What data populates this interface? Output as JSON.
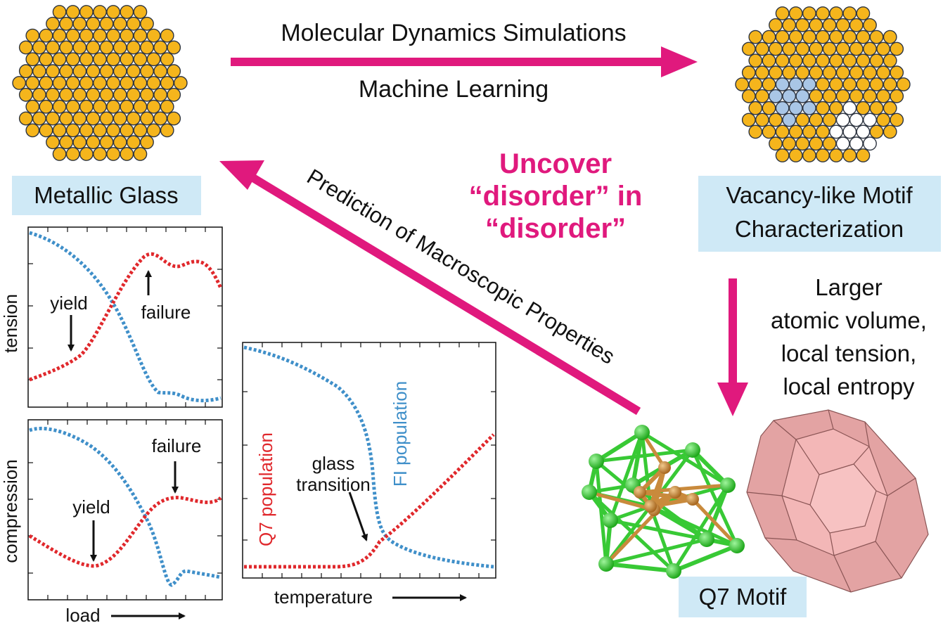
{
  "top_arrow": {
    "label_top": "Molecular Dynamics Simulations",
    "label_bottom": "Machine Learning"
  },
  "diagonal_arrow": {
    "label": "Prediction of Macroscopic Properties"
  },
  "center_text": {
    "line1": "Uncover",
    "line2": "“disorder” in",
    "line3": "“disorder”",
    "color": "#e0197d"
  },
  "metallic_glass": {
    "label": "Metallic Glass"
  },
  "vacancy_motif": {
    "line1": "Vacancy-like Motif",
    "line2": "Characterization"
  },
  "properties": {
    "line1": "Larger",
    "line2": "atomic volume,",
    "line3": "local tension,",
    "line4": "local entropy"
  },
  "q7_motif": {
    "label": "Q7 Motif"
  },
  "tension_plot": {
    "ylabel": "tension",
    "yield_label": "yield",
    "failure_label": "failure"
  },
  "compression_plot": {
    "ylabel": "compression",
    "xlabel": "load",
    "yield_label": "yield",
    "failure_label": "failure"
  },
  "temperature_plot": {
    "xlabel": "temperature",
    "q7_label": "Q7 population",
    "fi_label": "FI population",
    "transition_line1": "glass",
    "transition_line2": "transition"
  },
  "colors": {
    "accent": "#e0197d",
    "atom_gold": "#f5b51c",
    "atom_blue": "#a9c6e6",
    "atom_white": "#ffffff",
    "label_box": "#cfe9f6",
    "red_curve": "#e0282c",
    "blue_curve": "#3f8fc9",
    "green_atom": "#3fd33c",
    "copper_atom": "#c98a3c",
    "polyhedron": "#e8a1a1"
  }
}
